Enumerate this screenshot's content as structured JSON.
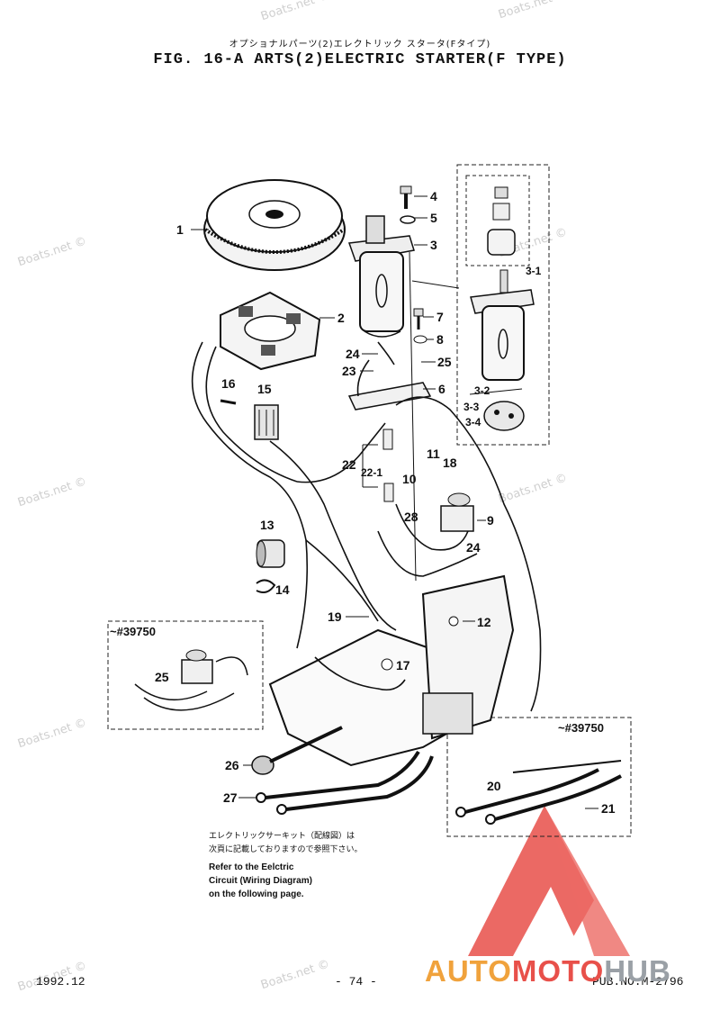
{
  "header": {
    "title_jp": "オプショナルパーツ(2)エレクトリック スタータ(Fタイプ)",
    "title_en": "FIG. 16-A ARTS(2)ELECTRIC STARTER(F TYPE)"
  },
  "watermark": "Boats.net ©",
  "callouts": {
    "c1": "1",
    "c2": "2",
    "c3": "3",
    "c3_1": "3-1",
    "c3_2": "3-2",
    "c3_3": "3-3",
    "c3_4": "3-4",
    "c4": "4",
    "c5": "5",
    "c6": "6",
    "c7": "7",
    "c8": "8",
    "c9": "9",
    "c10": "10",
    "c11": "11",
    "c12": "12",
    "c13": "13",
    "c14": "14",
    "c15": "15",
    "c16": "16",
    "c17": "17",
    "c18": "18",
    "c19": "19",
    "c20": "20",
    "c21": "21",
    "c22": "22",
    "c22_1": "22-1",
    "c23": "23",
    "c24a": "24",
    "c24b": "24",
    "c25a": "25",
    "c25b": "25",
    "c26": "26",
    "c27": "27",
    "c28": "28"
  },
  "serial_note_left": "~#39750",
  "serial_note_right": "~#39750",
  "note": {
    "jp_line1": "エレクトリックサーキット（配線図）は",
    "jp_line2": "次頁に記載しておりますので参照下さい。",
    "en_line1": "Refer to the Eelctric",
    "en_line2": "Circuit (Wiring Diagram)",
    "en_line3": "on the following page."
  },
  "footer": {
    "date": "1992.12",
    "page": "- 74 -",
    "pub": "PUB.NO.M-2796"
  },
  "brand": {
    "part1": "AUTO",
    "part2": "MOTO",
    "part3": "HUB",
    "logo_colors": [
      "#f0a23c",
      "#e8504a",
      "#9aa0a6"
    ]
  }
}
